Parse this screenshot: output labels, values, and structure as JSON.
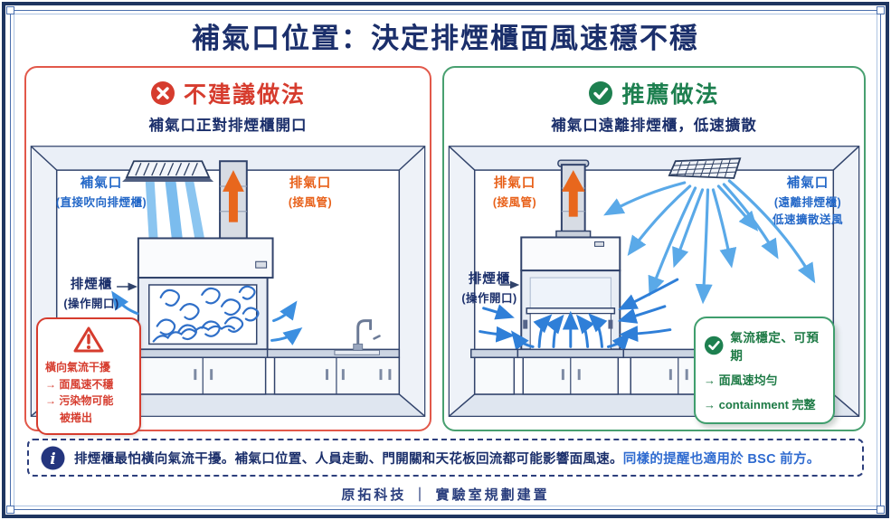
{
  "title": "補氣口位置：決定排煙櫃面風速穩不穩",
  "left_panel": {
    "title": "不建議做法",
    "subtitle": "補氣口正對排煙櫃開口",
    "labels": {
      "supply_1": "補氣口",
      "supply_2": "(直接吹向排煙櫃)",
      "exhaust_1": "排氣口",
      "exhaust_2": "(接風管)",
      "hood_1": "排煙櫃",
      "hood_2": "(操作開口)"
    },
    "warning": {
      "line1": "橫向氣流干擾",
      "line2": "→ 面風速不穩",
      "line3": "→ 污染物可能",
      "line4": "被捲出"
    }
  },
  "right_panel": {
    "title": "推薦做法",
    "subtitle": "補氣口遠離排煙櫃，低速擴散",
    "labels": {
      "exhaust_1": "排氣口",
      "exhaust_2": "(接風管)",
      "supply_1": "補氣口",
      "supply_2": "(遠離排煙櫃)",
      "supply_3": "低速擴散送風",
      "hood_1": "排煙櫃",
      "hood_2": "(操作開口)"
    },
    "benefit": {
      "line1": "氣流穩定、可預期",
      "line2": "→ 面風速均勻",
      "line3": "→ containment 完整"
    }
  },
  "info_bar": {
    "main": "排煙櫃最怕橫向氣流干擾。補氣口位置、人員走動、門開關和天花板回流都可能影響面風速。",
    "highlight": "同樣的提醒也適用於 BSC 前方。"
  },
  "footer": "原拓科技 ｜ 實驗室規劃建置",
  "colors": {
    "navy": "#1b2f6b",
    "red": "#d63c2e",
    "green": "#1e8050",
    "blue": "#2468c8",
    "orange": "#e8611a",
    "sky": "#6fb5ec"
  }
}
